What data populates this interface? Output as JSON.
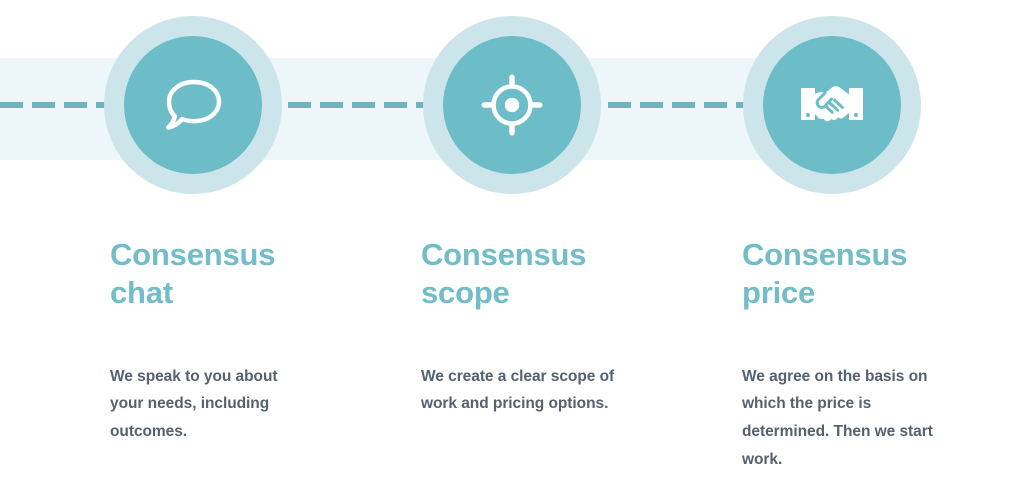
{
  "theme": {
    "background": "#ffffff",
    "band_color": "#edf6f8",
    "dash_color": "#6db4c0",
    "ring_color": "#cbe5ea",
    "circle_color": "#6dbdc8",
    "title_color": "#72bdc8",
    "body_color": "#55616e",
    "icon_color": "#ffffff"
  },
  "connector": {
    "name": "dashed-progress-track",
    "style": "dashed"
  },
  "steps": [
    {
      "index": 1,
      "icon": "speech-bubble-icon",
      "title": "Consensus chat",
      "title_line1": "Consensus",
      "title_line2": "chat",
      "body": "We speak to you about your needs, including outcomes."
    },
    {
      "index": 2,
      "icon": "target-crosshair-icon",
      "title": "Consensus scope",
      "title_line1": "Consensus",
      "title_line2": "scope",
      "body": "We create a clear scope of work and pricing options."
    },
    {
      "index": 3,
      "icon": "handshake-icon",
      "title": "Consensus price",
      "title_line1": "Consensus",
      "title_line2": "price",
      "body": "We agree on the basis on which the price is determined. Then we start work."
    }
  ]
}
